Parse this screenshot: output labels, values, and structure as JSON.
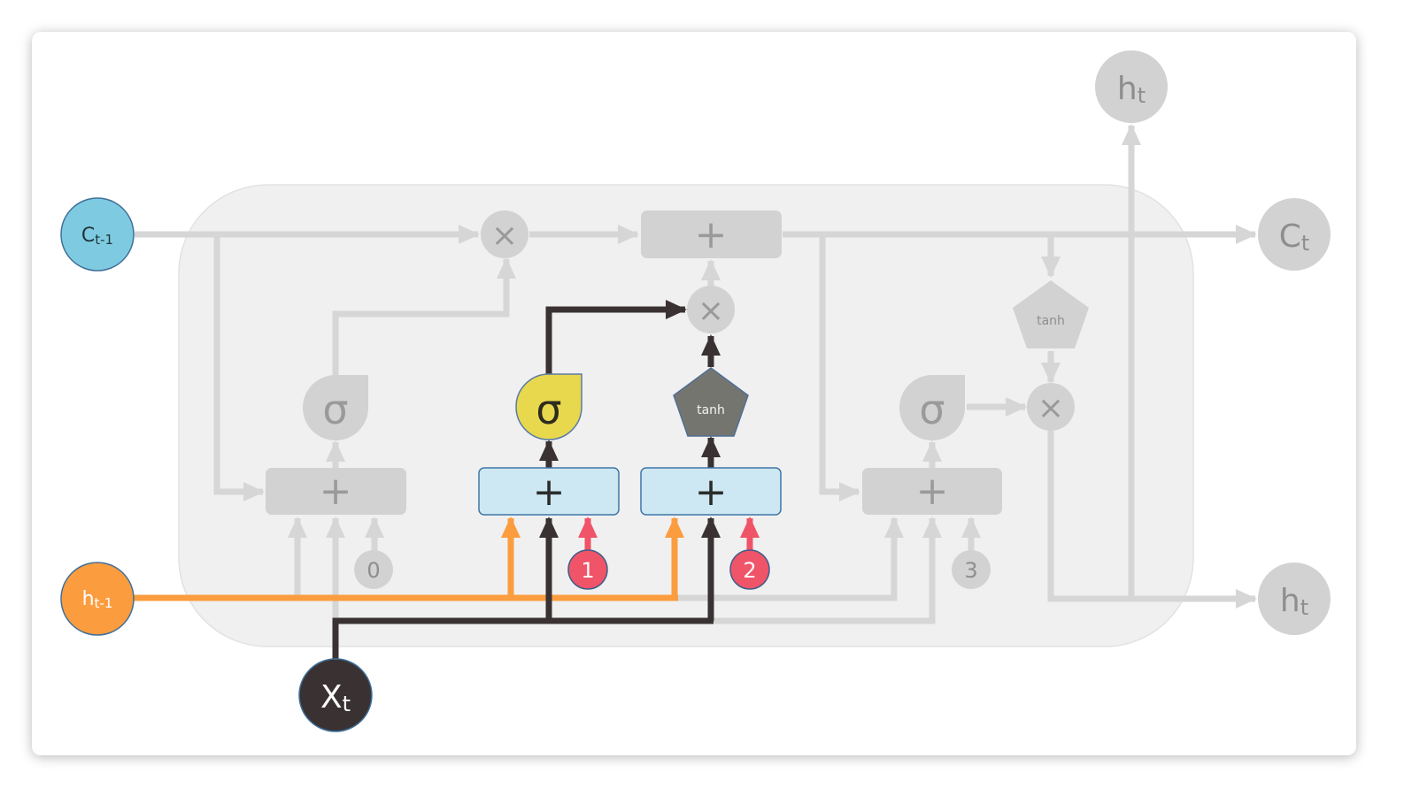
{
  "nodes": {
    "c_prev": {
      "main": "C",
      "sub": "t-1"
    },
    "h_prev": {
      "main": "h",
      "sub": "t-1"
    },
    "x_t": {
      "main": "X",
      "sub": "t"
    },
    "c_t": {
      "main": "C",
      "sub": "t"
    },
    "h_t_right": {
      "main": "h",
      "sub": "t"
    },
    "h_t_top": {
      "main": "h",
      "sub": "t"
    }
  },
  "symbols": {
    "plus": "+",
    "times": "×",
    "sigma": "σ"
  },
  "activations": {
    "tanh": "tanh"
  },
  "biases": [
    "0",
    "1",
    "2",
    "3"
  ],
  "colors": {
    "cell_state_input": "#7ecbe1",
    "hidden_input": "#fb9d3f",
    "x_input": "#3a3232",
    "active_gate_fill": "#cde8f2",
    "active_sigma": "#e8d84e",
    "active_tanh": "#757570",
    "bias_active": "#f05468",
    "inactive": "#d2d2d2",
    "background_panel": "#f0f0f0"
  }
}
